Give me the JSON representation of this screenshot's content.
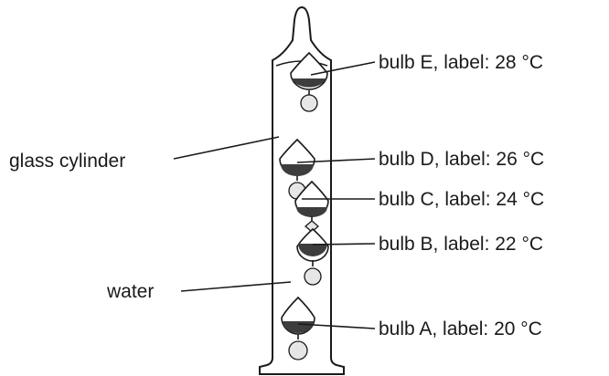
{
  "labels": {
    "glass_cylinder": "glass cylinder",
    "water": "water",
    "bulb_e": "bulb E, label: 28 °C",
    "bulb_d": "bulb D, label: 26 °C",
    "bulb_c": "bulb C, label: 24 °C",
    "bulb_b": "bulb B, label: 22 °C",
    "bulb_a": "bulb A, label: 20 °C"
  },
  "colors": {
    "line": "#1a1a1a",
    "liquid": "#3d3d3d",
    "tag": "#e6e6e6"
  }
}
